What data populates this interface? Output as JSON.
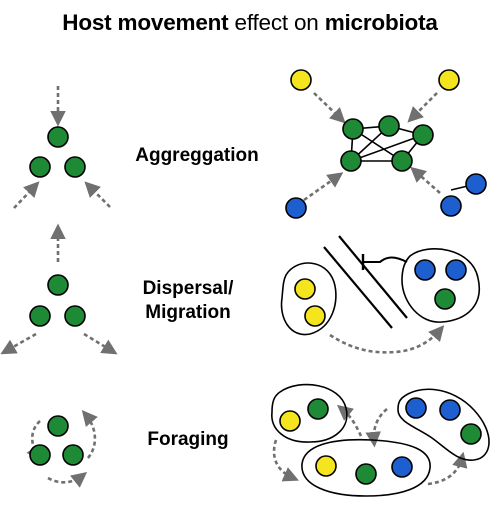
{
  "title": {
    "bold_a": "Host movement",
    "normal": " effect on ",
    "bold_b": "microbiota"
  },
  "rows": [
    {
      "label_lines": [
        "Aggreggation"
      ]
    },
    {
      "label_lines": [
        "Dispersal/",
        "Migration"
      ]
    },
    {
      "label_lines": [
        "Foraging"
      ]
    }
  ],
  "colors": {
    "green": "#1e8a35",
    "yellow": "#f4e51e",
    "blue": "#1e5fd0",
    "arrow": "#707070"
  }
}
